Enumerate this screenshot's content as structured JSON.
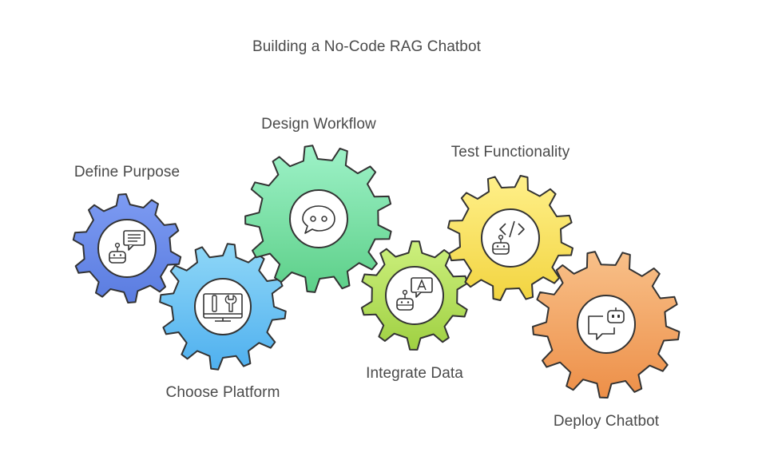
{
  "title": "Building a No-Code RAG Chatbot",
  "steps": [
    {
      "label": "Define Purpose",
      "icon": "robot-chat-icon",
      "color_top": "#7d9bf2",
      "color_bottom": "#5a7ce0"
    },
    {
      "label": "Choose Platform",
      "icon": "computer-tools-icon",
      "color_top": "#8fd7f7",
      "color_bottom": "#4fb0ef"
    },
    {
      "label": "Design Workflow",
      "icon": "chat-bubble-icon",
      "color_top": "#9ef2c8",
      "color_bottom": "#5ccf88"
    },
    {
      "label": "Integrate Data",
      "icon": "robot-translate-icon",
      "color_top": "#cdf07e",
      "color_bottom": "#9fd042"
    },
    {
      "label": "Test Functionality",
      "icon": "robot-code-icon",
      "color_top": "#fff08a",
      "color_bottom": "#f2d440"
    },
    {
      "label": "Deploy Chatbot",
      "icon": "chat-bot-icon",
      "color_top": "#f8c089",
      "color_bottom": "#ed8f48"
    }
  ],
  "stroke_color": "#333333"
}
